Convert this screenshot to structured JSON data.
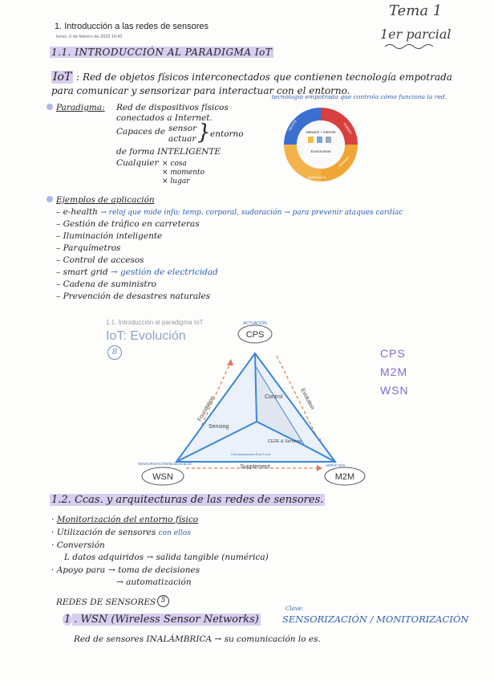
{
  "header": {
    "doc_title": "1. Introducción a las redes de sensores",
    "date": "lunes, 6 de febrero de 2023    16:42",
    "tema": "Tema 1",
    "parcial": "1er parcial"
  },
  "s11": {
    "title": "1.1. INTRODUCCIÓN AL PARADIGMA IoT",
    "iot_term": "IoT",
    "iot_def_1": ": Red de objetos físicos interconectados que contienen tecnología empotrada",
    "iot_def_2": "para comunicar y sensorizar para interactuar con el entorno.",
    "iot_note": "tecnología empotrada que controla cómo funciona la red.",
    "paradigma_label": "Paradigma:",
    "paradigma_1": "Red de dispositivos físicos",
    "paradigma_2": "conectados a Internet.",
    "capaces": "Capaces de",
    "sensor": "sensor",
    "actuar": "actuar",
    "entorno": "entorno",
    "forma": "de forma INTELIGENTE",
    "cualquier": "Cualquier",
    "cosa": "× cosa",
    "momento": "× momento",
    "lugar": "× lugar",
    "ring": {
      "segments": [
        "Sensing",
        "Analytics",
        "Actuation",
        "Aplicaciones"
      ],
      "center_top": "Network + Internet",
      "center_bottom": "Environment"
    },
    "ejemplos_label": "Ejemplos de aplicación",
    "ejemplos": [
      {
        "text": "e-health",
        "note": "→ reloj que mide info; temp. corporal, sudoración → para prevenir ataques cardíac"
      },
      {
        "text": "Gestión de tráfico en carreteras",
        "note": ""
      },
      {
        "text": "Iluminación inteligente",
        "note": ""
      },
      {
        "text": "Parquímetros",
        "note": ""
      },
      {
        "text": "Control de accesos",
        "note": ""
      },
      {
        "text": "smart grid",
        "note": "→ gestión de electricidad"
      },
      {
        "text": "Cadena de suministro",
        "note": ""
      },
      {
        "text": "Prevención de desastres naturales",
        "note": ""
      }
    ]
  },
  "evolution": {
    "subtitle": "1.1. Introducción al paradigma IoT",
    "title": "IoT: Evolución",
    "circled": "8",
    "top_label": "ACTUACIÓN",
    "cps": "CPS",
    "wsn": "WSN",
    "m2m": "M2M",
    "left_label": "SENSORIZACIÓN/Monitorización",
    "right_label": "SERVICIOS",
    "foundation": "Foundation",
    "evolution": "Evolution",
    "supplement": "Supplement",
    "control": "Control",
    "sensing": "Sensing",
    "ce2e": "CE2E & Services",
    "comms": "Comunicaciones End 2 end",
    "side_notes": [
      "CPS",
      "M2M",
      "WSN"
    ]
  },
  "s12": {
    "title": "1.2. Ccas. y arquitecturas de las redes de sensores.",
    "items": [
      "Monitorización del entorno físico",
      "Utilización de sensores",
      "Conversión",
      "Apoyo para"
    ],
    "sensores_note": "con ellos",
    "conversion": "L datos adquiridos → salida tangible (numérica)",
    "apoyo_1": "→ toma de decisiones",
    "apoyo_2": "→ automatización",
    "redes_title": "REDES DE SENSORES",
    "redes_count": "5",
    "wsn_num": "1",
    "wsn_title": ". WSN (Wireless Sensor Networks)",
    "clave_label": "Clave:",
    "clave": "SENSORIZACIÓN / MONITORIZACIÓN",
    "wsn_def": "Red de sensores INALÁMBRICA → su comunicación lo es."
  }
}
